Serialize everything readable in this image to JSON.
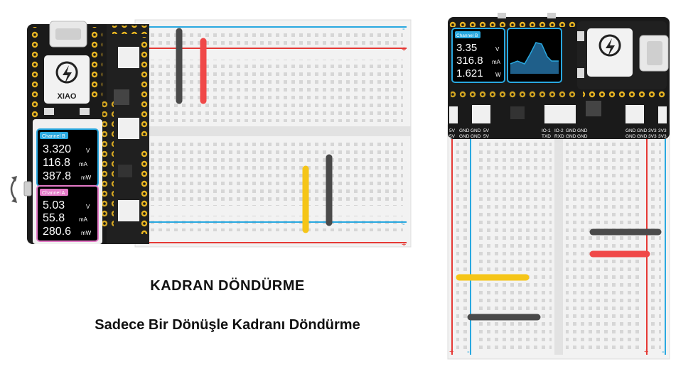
{
  "caption": {
    "title": "KADRAN DÖNDÜRME",
    "subtitle": "Sadece Bir Dönüşle Kadranı Döndürme"
  },
  "left_device": {
    "brand": "XIAO",
    "channel_b": {
      "label": "Channel B",
      "voltage": "3.320",
      "voltage_unit": "V",
      "current": "116.8",
      "current_unit": "mA",
      "power": "387.8",
      "power_unit": "mW"
    },
    "channel_a": {
      "label": "Channel A",
      "voltage": "5.03",
      "voltage_unit": "V",
      "current": "55.8",
      "current_unit": "mA",
      "power": "280.6",
      "power_unit": "mW"
    },
    "rail_minus": "-",
    "rail_plus": "+"
  },
  "right_device": {
    "brand": "XIAO",
    "channel_b": {
      "label": "Channel B",
      "voltage": "3.35",
      "voltage_unit": "V",
      "current": "316.8",
      "current_unit": "mA",
      "power": "1.621",
      "power_unit": "W"
    },
    "pins": [
      "5V",
      "GND",
      "GND",
      "5V",
      "IO-1",
      "IO-2",
      "GND",
      "GND",
      "GND",
      "GND",
      "3V3",
      "3V3"
    ],
    "pins2": [
      "5V",
      "GND",
      "GND",
      "5V",
      "TXD",
      "RXD",
      "GND",
      "GND",
      "GND",
      "GND",
      "3V3",
      "3V3"
    ],
    "rail_plus": "+",
    "rail_minus": "-"
  },
  "colors": {
    "board": "#1a1a1a",
    "pcb_yellow": "#e6b422",
    "breadboard": "#f2f2f2",
    "rail_red": "#e53935",
    "rail_blue": "#29a8e0",
    "wire_black": "#4a4a4a",
    "wire_red": "#f04848",
    "wire_yellow": "#f5c518",
    "screen_channel_b": "#29a8e0",
    "screen_channel_a": "#e57ac8"
  }
}
